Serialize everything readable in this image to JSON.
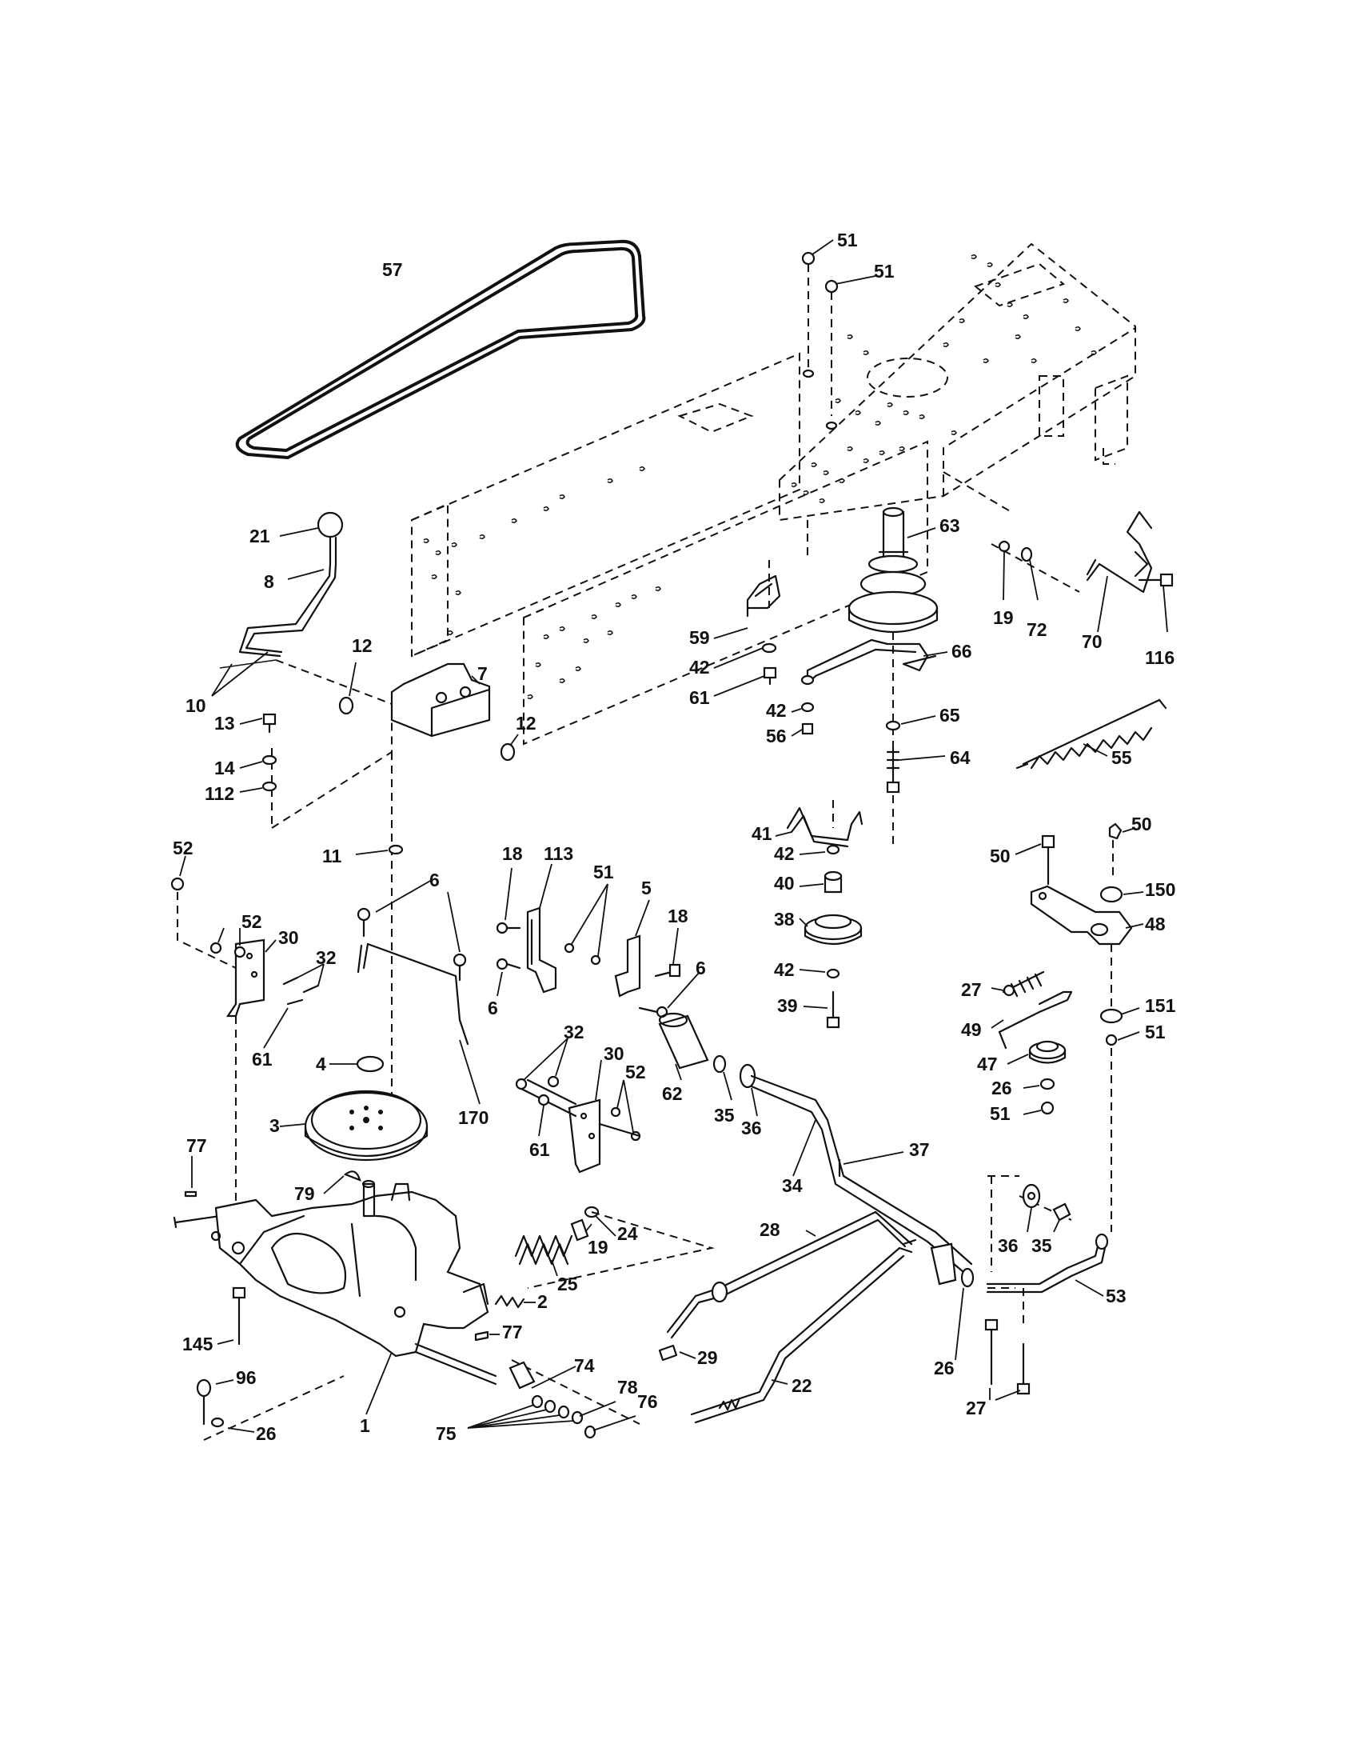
{
  "callouts": [
    {
      "id": "c51a",
      "text": "51"
    },
    {
      "id": "c51b",
      "text": "51"
    },
    {
      "id": "c57",
      "text": "57"
    },
    {
      "id": "c21",
      "text": "21"
    },
    {
      "id": "c8",
      "text": "8"
    },
    {
      "id": "c63",
      "text": "63"
    },
    {
      "id": "c19a",
      "text": "19"
    },
    {
      "id": "c72",
      "text": "72"
    },
    {
      "id": "c70",
      "text": "70"
    },
    {
      "id": "c116",
      "text": "116"
    },
    {
      "id": "c59",
      "text": "59"
    },
    {
      "id": "c66",
      "text": "66"
    },
    {
      "id": "c42a",
      "text": "42"
    },
    {
      "id": "c61a",
      "text": "61"
    },
    {
      "id": "c42b",
      "text": "42"
    },
    {
      "id": "c56",
      "text": "56"
    },
    {
      "id": "c65",
      "text": "65"
    },
    {
      "id": "c12a",
      "text": "12"
    },
    {
      "id": "c7",
      "text": "7"
    },
    {
      "id": "c10",
      "text": "10"
    },
    {
      "id": "c13",
      "text": "13"
    },
    {
      "id": "c12b",
      "text": "12"
    },
    {
      "id": "c14",
      "text": "14"
    },
    {
      "id": "c112",
      "text": "112"
    },
    {
      "id": "c55",
      "text": "55"
    },
    {
      "id": "c64",
      "text": "64"
    },
    {
      "id": "c41",
      "text": "41"
    },
    {
      "id": "c42c",
      "text": "42"
    },
    {
      "id": "c18a",
      "text": "18"
    },
    {
      "id": "c113",
      "text": "113"
    },
    {
      "id": "c50a",
      "text": "50"
    },
    {
      "id": "c50b",
      "text": "50"
    },
    {
      "id": "c52a",
      "text": "52"
    },
    {
      "id": "c11",
      "text": "11"
    },
    {
      "id": "c51c",
      "text": "51"
    },
    {
      "id": "c40",
      "text": "40"
    },
    {
      "id": "c150",
      "text": "150"
    },
    {
      "id": "c6a",
      "text": "6"
    },
    {
      "id": "c5",
      "text": "5"
    },
    {
      "id": "c48",
      "text": "48"
    },
    {
      "id": "c52b",
      "text": "52"
    },
    {
      "id": "c30a",
      "text": "30"
    },
    {
      "id": "c38",
      "text": "38"
    },
    {
      "id": "c18b",
      "text": "18"
    },
    {
      "id": "c32a",
      "text": "32"
    },
    {
      "id": "c42d",
      "text": "42"
    },
    {
      "id": "c6b",
      "text": "6"
    },
    {
      "id": "c27a",
      "text": "27"
    },
    {
      "id": "c6c",
      "text": "6"
    },
    {
      "id": "c39",
      "text": "39"
    },
    {
      "id": "c151",
      "text": "151"
    },
    {
      "id": "c49",
      "text": "49"
    },
    {
      "id": "c51d",
      "text": "51"
    },
    {
      "id": "c32b",
      "text": "32"
    },
    {
      "id": "c30b",
      "text": "30"
    },
    {
      "id": "c61b",
      "text": "61"
    },
    {
      "id": "c4",
      "text": "4"
    },
    {
      "id": "c47",
      "text": "47"
    },
    {
      "id": "c52c",
      "text": "52"
    },
    {
      "id": "c26a",
      "text": "26"
    },
    {
      "id": "c3",
      "text": "3"
    },
    {
      "id": "c170",
      "text": "170"
    },
    {
      "id": "c62",
      "text": "62"
    },
    {
      "id": "c51e",
      "text": "51"
    },
    {
      "id": "c35a",
      "text": "35"
    },
    {
      "id": "c36a",
      "text": "36"
    },
    {
      "id": "c61c",
      "text": "61"
    },
    {
      "id": "c37",
      "text": "37"
    },
    {
      "id": "c77a",
      "text": "77"
    },
    {
      "id": "c34",
      "text": "34"
    },
    {
      "id": "c79",
      "text": "79"
    },
    {
      "id": "c36b",
      "text": "36"
    },
    {
      "id": "c35b",
      "text": "35"
    },
    {
      "id": "c24",
      "text": "24"
    },
    {
      "id": "c28",
      "text": "28"
    },
    {
      "id": "c19b",
      "text": "19"
    },
    {
      "id": "c25",
      "text": "25"
    },
    {
      "id": "c53",
      "text": "53"
    },
    {
      "id": "c2",
      "text": "2"
    },
    {
      "id": "c145",
      "text": "145"
    },
    {
      "id": "c77b",
      "text": "77"
    },
    {
      "id": "c29",
      "text": "29"
    },
    {
      "id": "c74",
      "text": "74"
    },
    {
      "id": "c26b",
      "text": "26"
    },
    {
      "id": "c27b",
      "text": "27"
    },
    {
      "id": "c96",
      "text": "96"
    },
    {
      "id": "c78",
      "text": "78"
    },
    {
      "id": "c22",
      "text": "22"
    },
    {
      "id": "c1",
      "text": "1"
    },
    {
      "id": "c76",
      "text": "76"
    },
    {
      "id": "c26c",
      "text": "26"
    },
    {
      "id": "c75",
      "text": "75"
    }
  ]
}
